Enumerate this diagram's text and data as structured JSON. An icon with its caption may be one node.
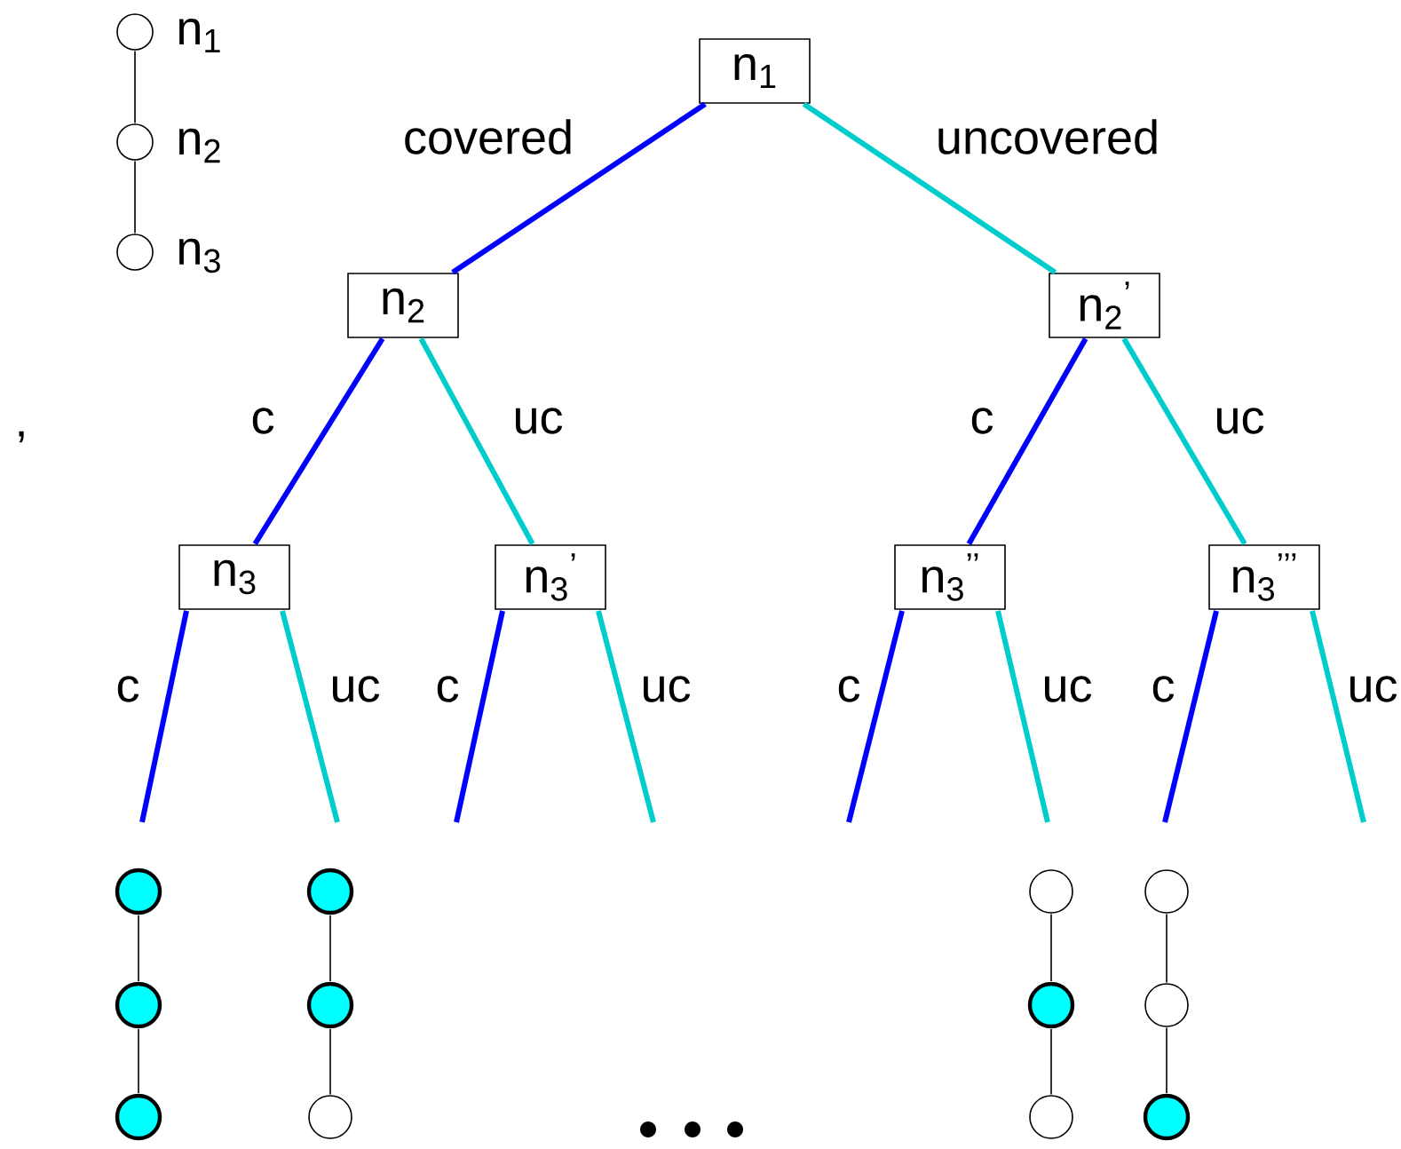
{
  "diagram": {
    "nodes": [
      {
        "text": [],
        "shape": "circle",
        "beside": [
          "n$_{1}$"
        ]
      },
      {
        "text": [],
        "shape": "circle",
        "beside": [
          "n$_{2}$"
        ]
      },
      {
        "text": [],
        "shape": "circle",
        "beside": [
          "n$_{3}$"
        ]
      },
      {
        "text": [
          "n$_{1}$"
        ]
      },
      {
        "text": [
          "n$_{2}$"
        ]
      },
      {
        "text": [
          "n$_{2}$$^{’}$"
        ]
      },
      {
        "text": [
          "n$_{3}$"
        ]
      },
      {
        "text": [
          "n$_{3}$$^{’}$"
        ]
      },
      {
        "text": [
          "n$_{3}$$^{’’}$"
        ]
      },
      {
        "text": [
          "n$_{3}$$^{’’’}$"
        ]
      },
      {
        "text": [],
        "shape": "circle"
      },
      {
        "text": [],
        "shape": "circle"
      },
      {
        "text": [],
        "shape": "circle"
      },
      {
        "text": [],
        "shape": "circle"
      },
      {
        "text": [],
        "shape": "circle"
      },
      {
        "text": [],
        "shape": "circle"
      },
      {
        "text": [],
        "shape": "circle"
      },
      {
        "text": [],
        "shape": "circle"
      },
      {
        "text": [],
        "shape": "circle"
      },
      {
        "text": [],
        "shape": "circle"
      },
      {
        "text": [],
        "shape": "circle"
      },
      {
        "text": [],
        "shape": "circle"
      }
    ],
    "edges": [
      {
        "from": 0,
        "to": 1,
        "arrow": "none"
      },
      {
        "from": 1,
        "to": 2,
        "arrow": "none"
      },
      {
        "from": 3,
        "to": 4,
        "arrow": "none",
        "label": "covered",
        "color": "#0000ff"
      },
      {
        "from": 3,
        "to": 5,
        "arrow": "none",
        "label": "uncovered",
        "color": "#00cccc"
      },
      {
        "from": 4,
        "to": 6,
        "arrow": "none",
        "label": "c",
        "color": "#0000ff"
      },
      {
        "from": 4,
        "to": 7,
        "arrow": "none",
        "label": "uc",
        "color": "#00cccc"
      },
      {
        "from": 5,
        "to": 8,
        "arrow": "none",
        "label": "c",
        "color": "#0000ff"
      },
      {
        "from": 5,
        "to": 9,
        "arrow": "none",
        "label": "uc",
        "color": "#00cccc"
      },
      {
        "from": 6,
        "to": null,
        "arrow": "none",
        "label": "c",
        "color": "#0000ff"
      },
      {
        "from": 6,
        "to": null,
        "arrow": "none",
        "label": "uc",
        "color": "#00cccc"
      },
      {
        "from": 7,
        "to": null,
        "arrow": "none",
        "label": "c",
        "color": "#0000ff"
      },
      {
        "from": 7,
        "to": null,
        "arrow": "none",
        "label": "uc",
        "color": "#00cccc"
      },
      {
        "from": 8,
        "to": null,
        "arrow": "none",
        "label": "c",
        "color": "#0000ff"
      },
      {
        "from": 8,
        "to": null,
        "arrow": "none",
        "label": "uc",
        "color": "#00cccc"
      },
      {
        "from": 9,
        "to": null,
        "arrow": "none",
        "label": "c",
        "color": "#0000ff"
      },
      {
        "from": 9,
        "to": null,
        "arrow": "none",
        "label": "uc",
        "color": "#00cccc"
      },
      {
        "from": 10,
        "to": 11,
        "arrow": "none"
      },
      {
        "from": 11,
        "to": 12,
        "arrow": "none"
      },
      {
        "from": 13,
        "to": 14,
        "arrow": "none"
      },
      {
        "from": 14,
        "to": 15,
        "arrow": "none"
      },
      {
        "from": 16,
        "to": 17,
        "arrow": "none"
      },
      {
        "from": 17,
        "to": 18,
        "arrow": "none"
      },
      {
        "from": 19,
        "to": 20,
        "arrow": "none"
      },
      {
        "from": 20,
        "to": 21,
        "arrow": "none"
      }
    ],
    "labels": [
      ","
    ]
  }
}
